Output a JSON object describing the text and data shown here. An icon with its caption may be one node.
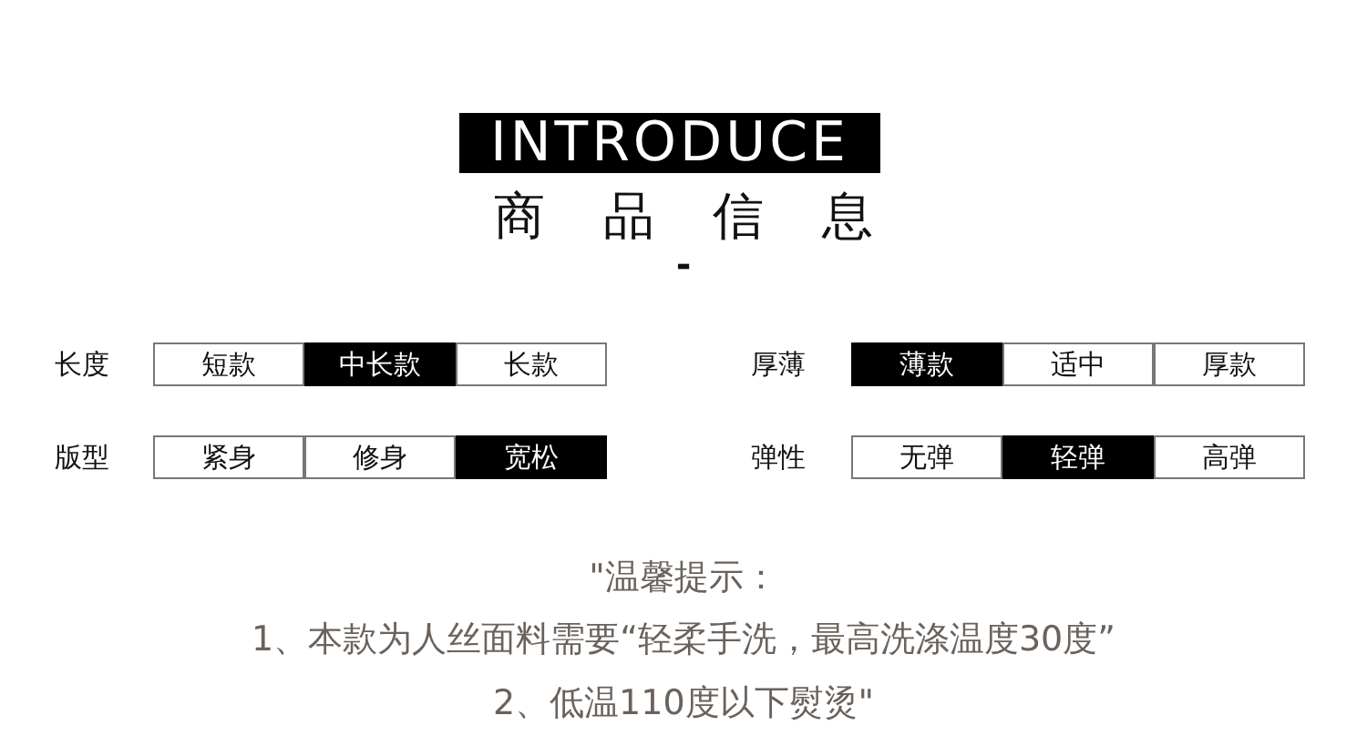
{
  "diagram": {
    "title": "INTRODUCE",
    "nodes": [
      {
        "text": [
          "短款"
        ]
      },
      {
        "text": [
          "中长款"
        ]
      },
      {
        "text": [
          "长款"
        ]
      },
      {
        "text": [
          "薄款"
        ]
      },
      {
        "text": [
          "适中"
        ]
      },
      {
        "text": [
          "厚款"
        ]
      },
      {
        "text": [
          "紧身"
        ]
      },
      {
        "text": [
          "修身"
        ]
      },
      {
        "text": [
          "宽松"
        ]
      },
      {
        "text": [
          "无弹"
        ]
      },
      {
        "text": [
          "轻弹"
        ]
      },
      {
        "text": [
          "高弹"
        ]
      }
    ],
    "labels": [
      "商品信息",
      "-",
      "长度",
      "厚薄",
      "版型",
      "弹性",
      "\"温馨提示：",
      "1、本款为人丝面料需要“轻柔手洗，最高洗涤温度30度”",
      "2、低温110度以下熨烫\""
    ]
  }
}
